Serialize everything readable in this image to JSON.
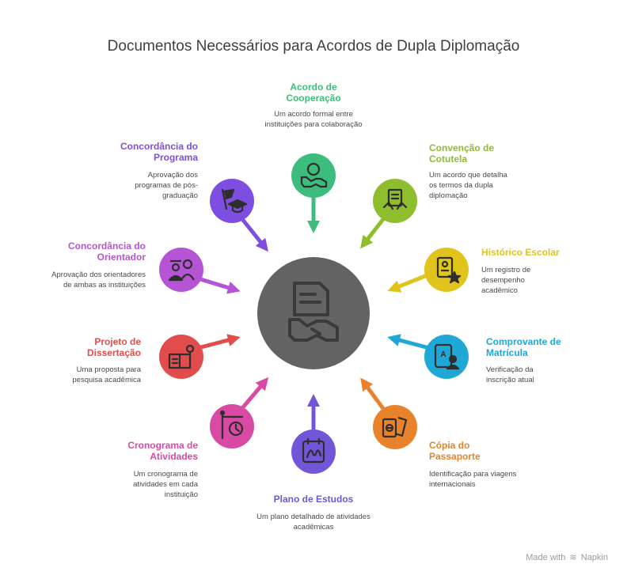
{
  "title": "Documentos Necessários para Acordos de Dupla Diplomação",
  "center_icon": "document-handshake-icon",
  "items": [
    {
      "title": "Acordo de Cooperação",
      "desc": "Um acordo formal entre instituições para colaboração",
      "color": "#3dbd7d",
      "icon": "handshake-globe-icon"
    },
    {
      "title": "Convenção de Cotutela",
      "desc": "Um acordo que detalha os termos da dupla diplomação",
      "color": "#8ebd2e",
      "icon": "contract-hands-icon"
    },
    {
      "title": "Histórico Escolar",
      "desc": "Um registro de desempenho acadêmico",
      "color": "#e0c41b",
      "icon": "id-star-icon"
    },
    {
      "title": "Comprovante de Matrícula",
      "desc": "Verificação da inscrição atual",
      "color": "#1fa7d6",
      "icon": "tablet-user-icon"
    },
    {
      "title": "Cópia do Passaporte",
      "desc": "Identificação para viagens internacionais",
      "color": "#e8822b",
      "icon": "passport-ticket-icon"
    },
    {
      "title": "Plano de Estudos",
      "desc": "Um plano detalhado de atividades acadêmicas",
      "color": "#7156d8",
      "icon": "calendar-signature-icon"
    },
    {
      "title": "Cronograma de Atividades",
      "desc": "Um cronograma de atividades em cada instituição",
      "color": "#d84aa3",
      "icon": "signpost-clock-icon"
    },
    {
      "title": "Projeto de Dissertação",
      "desc": "Uma proposta para pesquisa acadêmica",
      "color": "#e14d4d",
      "icon": "book-lightbulb-icon"
    },
    {
      "title": "Concordância do Orientador",
      "desc": "Aprovação dos orientadores de ambas as instituições",
      "color": "#b654d6",
      "icon": "advisor-student-icon"
    },
    {
      "title": "Concordância do Programa",
      "desc": "Aprovação dos programas de pós-graduação",
      "color": "#7e4ee0",
      "icon": "graduation-flag-icon"
    }
  ],
  "footer": {
    "prefix": "Made with",
    "brand": "Napkin"
  }
}
